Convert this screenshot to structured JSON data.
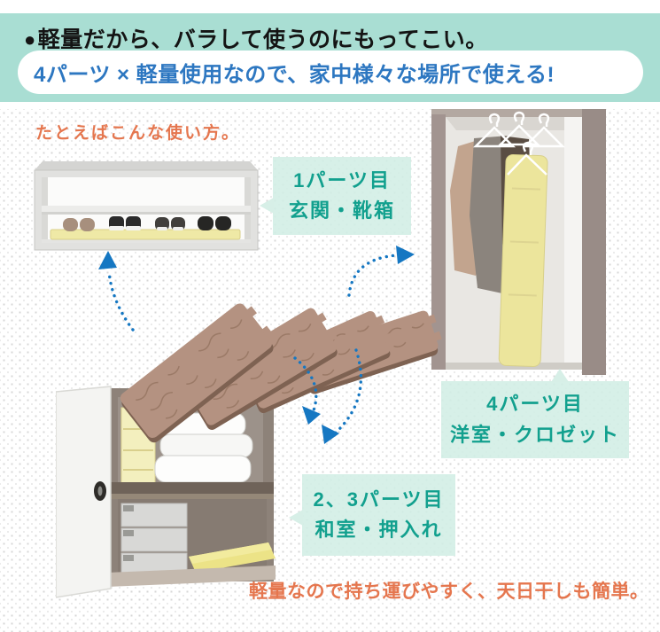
{
  "header": {
    "bullet": "●",
    "headline": "軽量だから、バラして使うのにもってこい。",
    "subheadline": "4パーツ × 軽量使用なので、家中様々な場所で使える!"
  },
  "diagram": {
    "intro": "たとえばこんな使い方。",
    "labels": {
      "part1": {
        "line1": "1パーツ目",
        "line2": "玄関・靴箱"
      },
      "part23": {
        "line1": "2、3パーツ目",
        "line2": "和室・押入れ"
      },
      "part4": {
        "line1": "4パーツ目",
        "line2": "洋室・クロゼット"
      }
    },
    "illustrations": [
      "shoe-rack",
      "closet-with-coats",
      "four-sunoko-boards",
      "oshiire-closet"
    ],
    "icons": {
      "arrows": "blue-dotted-curved-arrow",
      "bullet": "filled-circle"
    }
  },
  "footer": {
    "note": "軽量なので持ち運びやすく、天日干しも簡単。"
  },
  "colors": {
    "band_teal": "#a9ded3",
    "headline_text": "#141414",
    "subheadline_blue": "#2d77c1",
    "accent_orange": "#e5764e",
    "bubble_bg": "#d7efe7",
    "bubble_text": "#12a08e",
    "arrow_blue": "#1577c2",
    "board_wood": "#b49281",
    "sunoko_yellow": "#efe9a6"
  }
}
